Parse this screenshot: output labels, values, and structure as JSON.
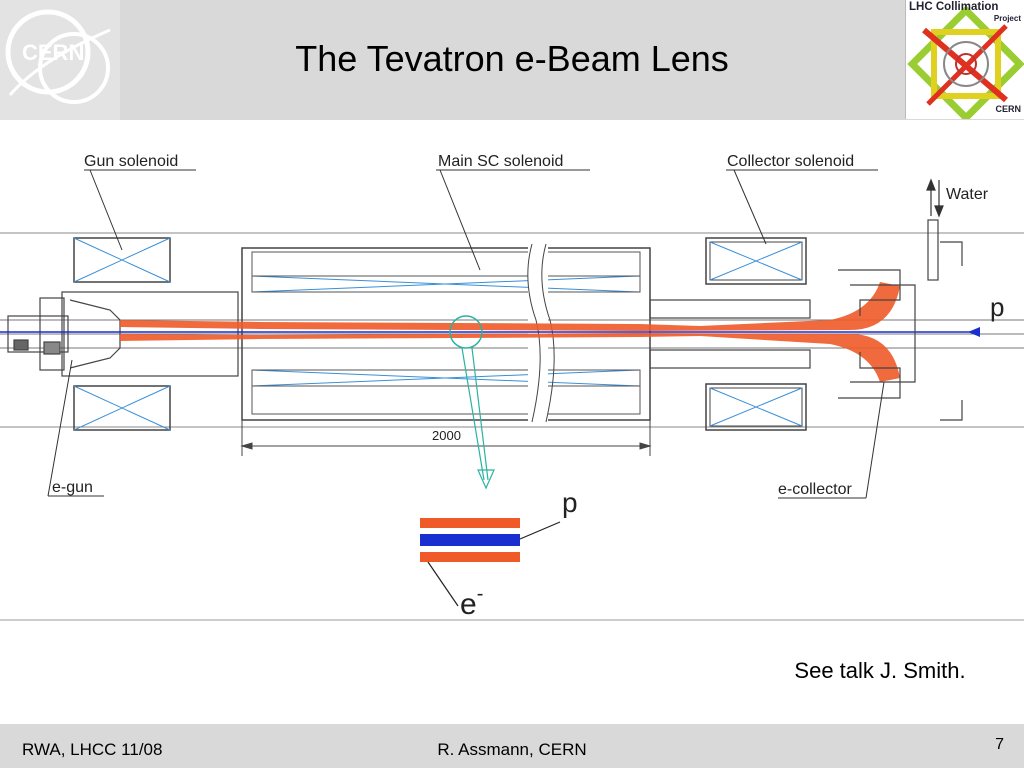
{
  "slide": {
    "title": "The Tevatron e-Beam Lens",
    "note": "See talk J. Smith."
  },
  "logos": {
    "cern_text": "CERN",
    "lhc_line1": "LHC Collimation",
    "lhc_line2": "Project",
    "lhc_line3": "CERN"
  },
  "diagram": {
    "labels": {
      "gun_solenoid": "Gun solenoid",
      "main_sc_solenoid": "Main SC solenoid",
      "collector_solenoid": "Collector solenoid",
      "water": "Water",
      "proton_beam": "p",
      "dimension": "2000",
      "e_gun": "e-gun",
      "e_collector": "e-collector",
      "detail_proton": "p",
      "detail_electron": "e",
      "detail_electron_sup": "-"
    },
    "colors": {
      "electron_beam": "#f05a28",
      "proton_beam": "#1a2fd0",
      "coil": "#3a8fd8",
      "magnifier": "#2bb3a0"
    }
  },
  "footer": {
    "left": "RWA, LHCC 11/08",
    "center": "R. Assmann, CERN",
    "page": "7"
  }
}
